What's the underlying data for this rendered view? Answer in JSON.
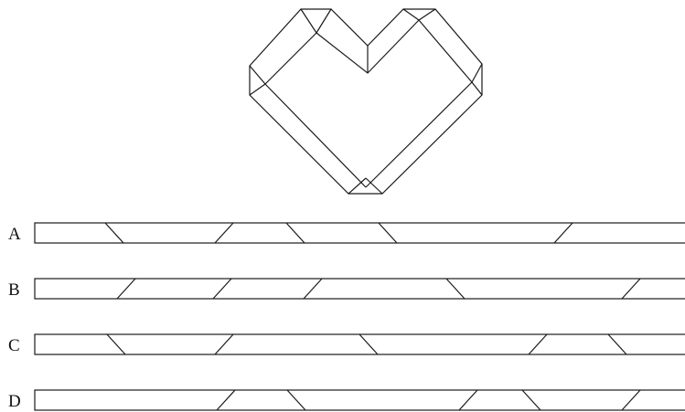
{
  "heart_figure": {
    "description_icon": "folded-strip-heart-icon"
  },
  "options": [
    {
      "label": "A",
      "folds": [
        "\\",
        "/",
        "\\",
        "\\",
        "/"
      ]
    },
    {
      "label": "B",
      "folds": [
        "/",
        "/",
        "/",
        "\\",
        "/"
      ]
    },
    {
      "label": "C",
      "folds": [
        "\\",
        "/",
        "\\",
        "/",
        "\\"
      ]
    },
    {
      "label": "D",
      "folds": [
        "/",
        "\\",
        "/",
        "\\",
        "/"
      ]
    }
  ],
  "colors": {
    "stroke": "#1a1a1a",
    "background": "#ffffff"
  }
}
